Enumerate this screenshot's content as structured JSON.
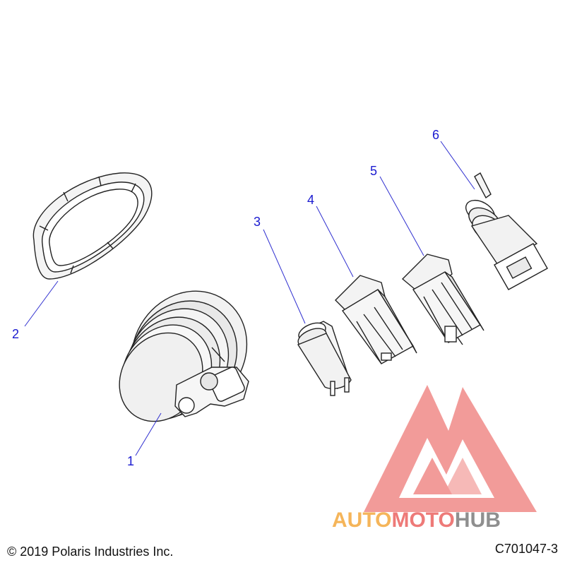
{
  "callouts": {
    "c1": "1",
    "c2": "2",
    "c3": "3",
    "c4": "4",
    "c5": "5",
    "c6": "6"
  },
  "footer": {
    "copyright": "© 2019 Polaris Industries Inc.",
    "figure_id": "C701047-3"
  },
  "watermark": {
    "auto": "AUTO",
    "moto": "MOTO",
    "hub": "HUB"
  },
  "colors": {
    "callout": "#1a1ad0",
    "leader": "#3030d0",
    "outline": "#222222",
    "logo_red": "#ee7a78",
    "logo_orange": "#f5b55a",
    "logo_gray": "#8f8f8f"
  }
}
